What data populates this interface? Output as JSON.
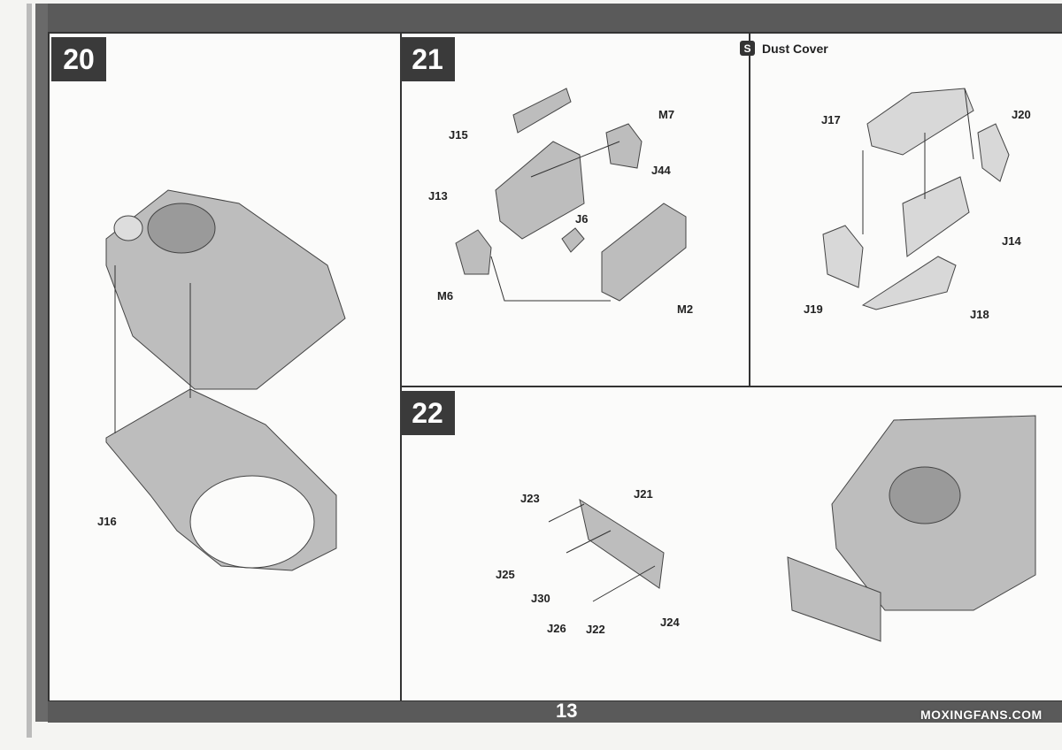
{
  "page_number": "13",
  "steps": [
    {
      "number": "20",
      "labels": [
        "J16"
      ]
    },
    {
      "number": "21",
      "labels": [
        "J15",
        "M7",
        "J13",
        "J44",
        "J6",
        "M6",
        "M2"
      ]
    },
    {
      "number": "22",
      "labels": [
        "J23",
        "J21",
        "J25",
        "J30",
        "J26",
        "J22",
        "J24"
      ]
    }
  ],
  "dust_cover": {
    "title": "Dust Cover",
    "icon": "S",
    "labels": [
      "J17",
      "J20",
      "J14",
      "J19",
      "J18"
    ]
  },
  "watermark": "MOXINGFANS.COM"
}
